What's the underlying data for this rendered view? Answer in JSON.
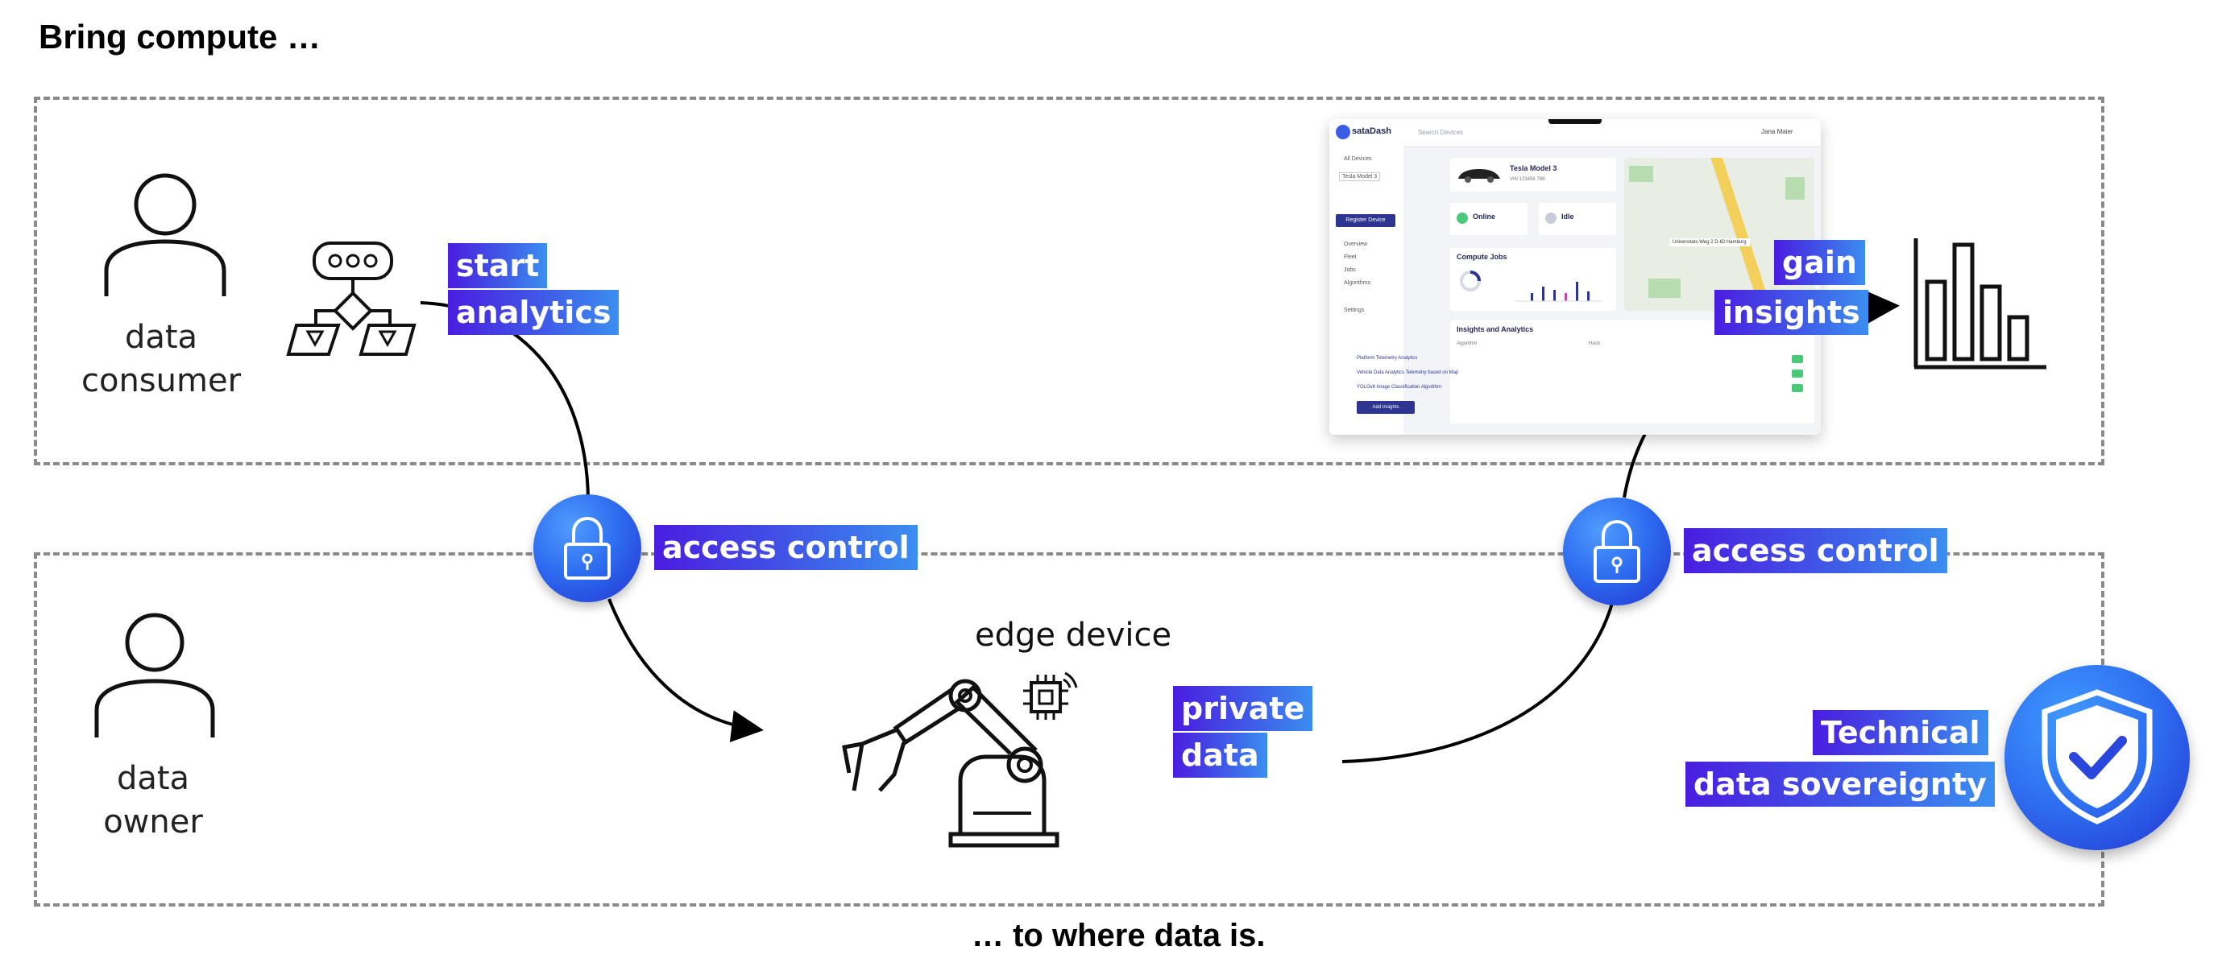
{
  "header": {
    "title": "Bring compute …"
  },
  "footer": {
    "caption": "… to where data is."
  },
  "roles": {
    "consumer_line1": "data",
    "consumer_line2": "consumer",
    "owner_line1": "data",
    "owner_line2": "owner"
  },
  "edge_device_label": "edge device",
  "tags": {
    "start": "start",
    "analytics": "analytics",
    "gain": "gain",
    "insights": "insights",
    "access_control_left": "access control",
    "access_control_right": "access control",
    "private": "private",
    "data": "data",
    "technical": "Technical",
    "data_sovereignty": "data sovereignty"
  },
  "dashboard": {
    "brand": "sataDash",
    "search_placeholder": "Search Devices",
    "user": "Jana Maier",
    "register_button": "Register Device",
    "nav_items": [
      "All Devices",
      "Tesla Model 3",
      "Overview",
      "Fleet",
      "Jobs",
      "Algorithms",
      "Settings"
    ],
    "vehicle_title": "Tesla Model 3",
    "vehicle_sub": "VIN 123456 789",
    "status_online": "Online",
    "status_idle": "Idle",
    "compute_jobs": "Compute Jobs",
    "insights_title": "Insights and Analytics",
    "col_algorithm": "Algorithm",
    "col_hash": "Hash",
    "rows": [
      "Platform Telemetry Analytics",
      "Vehicle Data Analytics Telemetry based on Map",
      "YOLOv8 Image Classification Algorithm"
    ],
    "add_button": "Add Insights",
    "map_label": "Universitats-Weg 2 D-82 Hamburg",
    "accent": "#2d3590"
  },
  "colors": {
    "tag_gradient_start": "#4a1de0",
    "tag_gradient_end": "#3b8ef0",
    "dash_border": "#8a8a8a"
  }
}
